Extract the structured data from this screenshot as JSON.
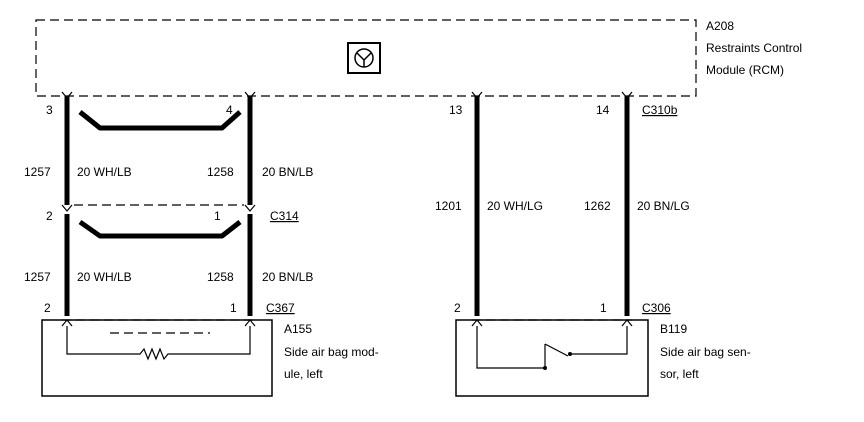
{
  "rcm": {
    "id": "A208",
    "name_line1": "Restraints Control",
    "name_line2": "Module (RCM)"
  },
  "connectors": {
    "c310b": "C310b",
    "c314": "C314",
    "c367": "C367",
    "c306": "C306"
  },
  "pins": {
    "rcm_3": "3",
    "rcm_4": "4",
    "rcm_13": "13",
    "rcm_14": "14",
    "c314_2": "2",
    "c314_1": "1",
    "c367_2": "2",
    "c367_1": "1",
    "c306_2": "2",
    "c306_1": "1"
  },
  "wires": {
    "w1257_upper": {
      "circuit": "1257",
      "spec": "20 WH/LB"
    },
    "w1258_upper": {
      "circuit": "1258",
      "spec": "20 BN/LB"
    },
    "w1257_lower": {
      "circuit": "1257",
      "spec": "20 WH/LB"
    },
    "w1258_lower": {
      "circuit": "1258",
      "spec": "20 BN/LB"
    },
    "w1201": {
      "circuit": "1201",
      "spec": "20 WH/LG"
    },
    "w1262": {
      "circuit": "1262",
      "spec": "20 BN/LG"
    }
  },
  "airbag_module": {
    "id": "A155",
    "desc_line1": "Side air bag mod-",
    "desc_line2": "ule, left"
  },
  "airbag_sensor": {
    "id": "B119",
    "desc_line1": "Side air bag sen-",
    "desc_line2": "sor, left"
  },
  "icons": {
    "rcm_symbol": "restraints-module-symbol-icon",
    "squib": "squib-resistor-icon",
    "sensor_switch": "sensor-switch-icon"
  }
}
